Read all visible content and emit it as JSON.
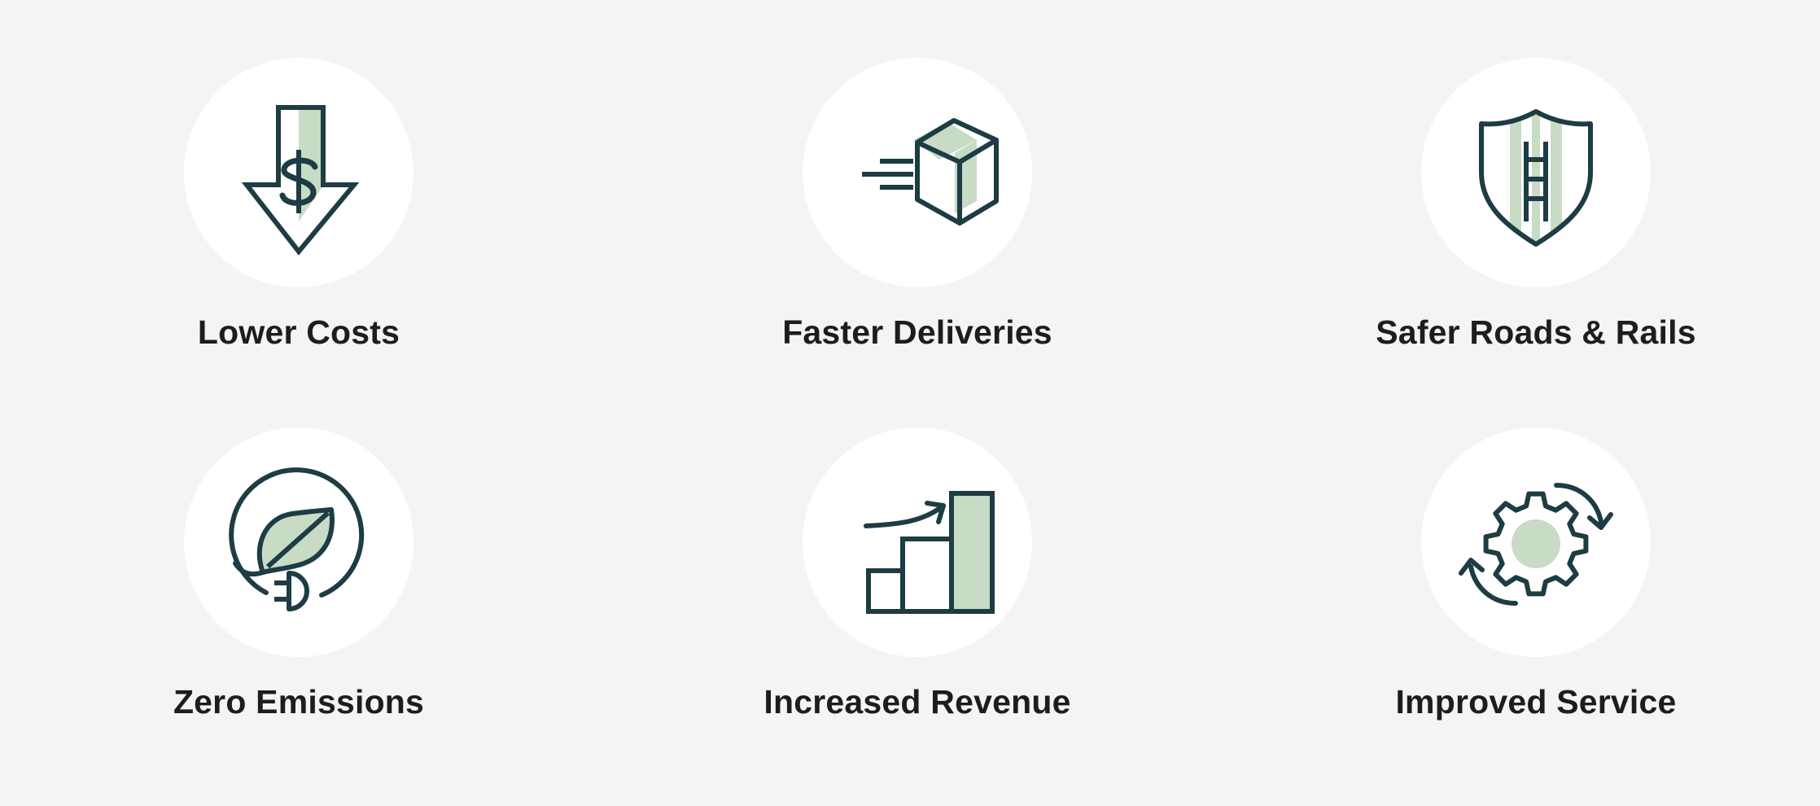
{
  "colors": {
    "background": "#f4f4f4",
    "circle": "#ffffff",
    "stroke": "#1d3c44",
    "accent_fill": "#c8dbc5",
    "label_text": "#1d1d1d"
  },
  "features": [
    {
      "label": "Lower Costs",
      "icon": "dollar-down-arrow-icon"
    },
    {
      "label": "Faster Deliveries",
      "icon": "fast-box-icon"
    },
    {
      "label": "Safer Roads & Rails",
      "icon": "shield-ladder-icon"
    },
    {
      "label": "Zero Emissions",
      "icon": "leaf-plug-icon"
    },
    {
      "label": "Increased Revenue",
      "icon": "revenue-growth-icon"
    },
    {
      "label": "Improved Service",
      "icon": "gear-cycle-icon"
    }
  ]
}
